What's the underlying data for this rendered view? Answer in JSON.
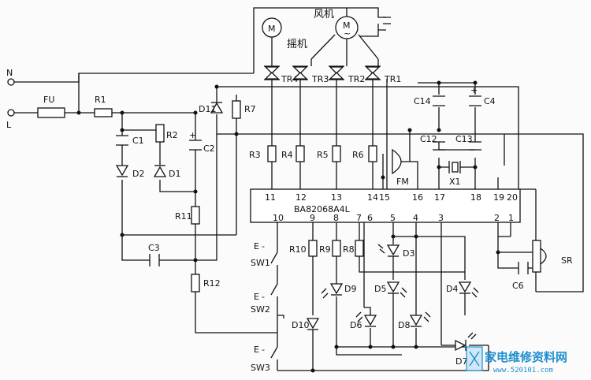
{
  "diagram": {
    "terminals": {
      "n": "N",
      "l": "L"
    },
    "motors": {
      "swing_label": "摇机",
      "fan_label": "风机",
      "motor_symbol": "M",
      "motor_tilde": "~"
    },
    "components": {
      "fu": "FU",
      "r1": "R1",
      "r2": "R2",
      "c1": "C1",
      "d1": "D1",
      "d2": "D2",
      "d11": "D11",
      "r7": "R7",
      "c2": "C2",
      "c2_plus": "+",
      "r11": "R11",
      "c3": "C3",
      "r12": "R12",
      "r3": "R3",
      "r4": "R4",
      "r5": "R5",
      "r6": "R6",
      "tr1": "TR1",
      "tr2": "TR2",
      "tr3": "TR3",
      "tr4": "TR4",
      "c14": "C14",
      "c4": "C4",
      "c4_plus": "+",
      "c12": "C12",
      "c13": "C13",
      "x1": "X1",
      "fm": "FM",
      "sr": "SR",
      "c6": "C6",
      "r8": "R8",
      "r9": "R9",
      "r10": "R10",
      "d3": "D3",
      "d4": "D4",
      "d5": "D5",
      "d6": "D6",
      "d7": "D7",
      "d8": "D8",
      "d9": "D9",
      "d10": "D10",
      "e1": "E",
      "e2": "E",
      "e3": "E",
      "e1_dash": "-",
      "e2_dash": "-",
      "e3_dash": "-",
      "sw1": "SW1",
      "sw2": "SW2",
      "sw3": "SW3"
    },
    "ic": {
      "name": "BA82068A4L",
      "top_pins": [
        "11",
        "12",
        "13",
        "14",
        "15",
        "16",
        "17",
        "18",
        "19",
        "20"
      ],
      "bottom_pins": [
        "10",
        "9",
        "8",
        "7",
        "6",
        "5",
        "4",
        "3",
        "2",
        "1"
      ]
    },
    "watermark": {
      "text": "家电维修资料网",
      "url": "www.520101.com"
    }
  }
}
